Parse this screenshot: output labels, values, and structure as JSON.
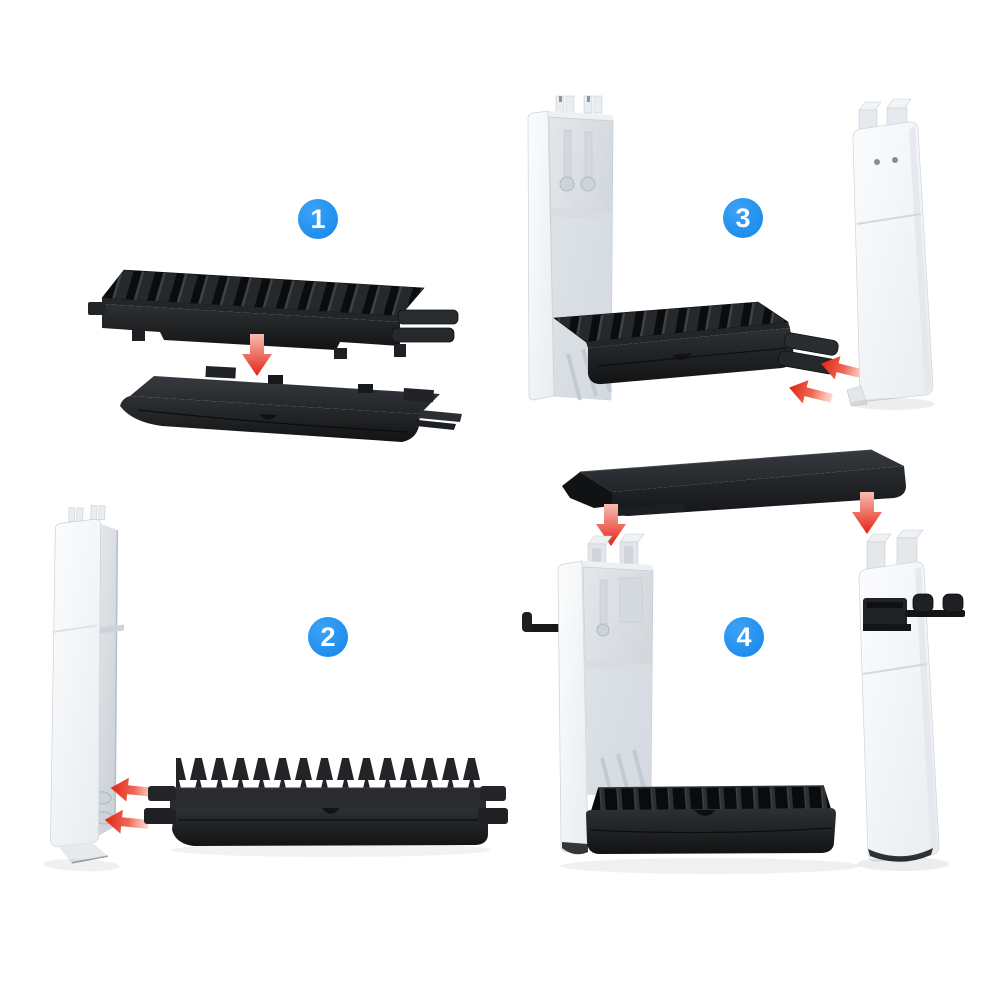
{
  "figure": {
    "type": "assembly-instructions",
    "background_color": "#ffffff",
    "badge_color": "#1d8df0",
    "badge_text_color": "#ffffff",
    "arrow_color": "#e42314",
    "black_part_color": "#202225",
    "white_part_color": "#f2f5f8"
  },
  "steps": [
    {
      "number": "1",
      "parts": [
        "game-disc-rack",
        "base-cover"
      ],
      "arrows": [
        "down"
      ]
    },
    {
      "number": "2",
      "parts": [
        "vertical-tower",
        "game-disc-rack"
      ],
      "arrows": [
        "left",
        "left"
      ]
    },
    {
      "number": "3",
      "parts": [
        "vertical-tower-with-rack",
        "second-vertical-tower"
      ],
      "arrows": [
        "left",
        "left"
      ]
    },
    {
      "number": "4",
      "parts": [
        "top-cover",
        "assembled-stand",
        "headset-hook",
        "controller-hooks"
      ],
      "arrows": [
        "down",
        "down"
      ]
    }
  ]
}
